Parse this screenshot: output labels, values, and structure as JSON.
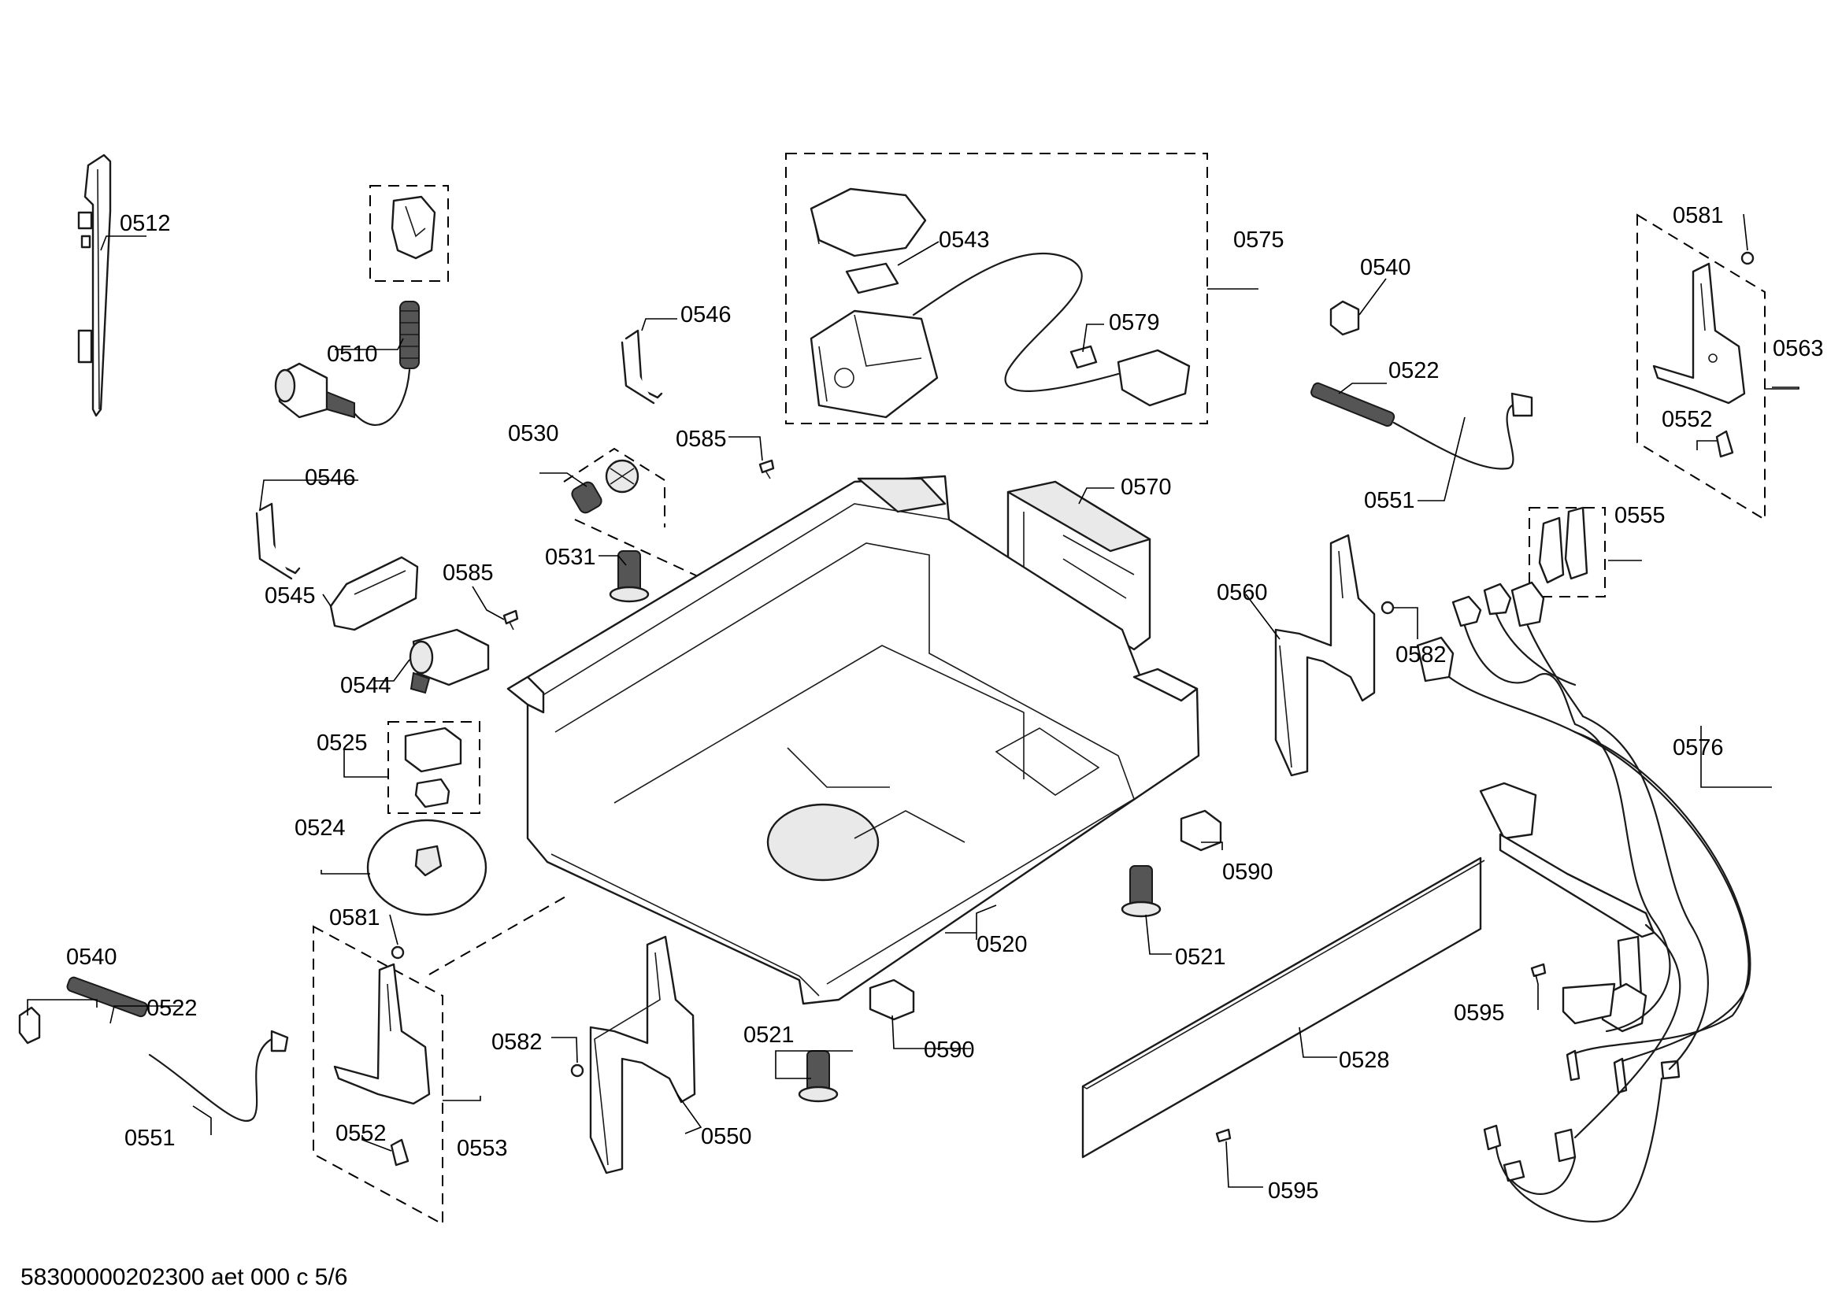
{
  "diagram": {
    "labels": {
      "p0512": "0512",
      "p0510": "0510",
      "p0546a": "0546",
      "p0546b": "0546",
      "p0543": "0543",
      "p0575": "0575",
      "p0579": "0579",
      "p0540a": "0540",
      "p0540b": "0540",
      "p0522a": "0522",
      "p0522b": "0522",
      "p0551a": "0551",
      "p0551b": "0551",
      "p0581a": "0581",
      "p0581b": "0581",
      "p0563": "0563",
      "p0552a": "0552",
      "p0552b": "0552",
      "p0555": "0555",
      "p0530": "0530",
      "p0585a": "0585",
      "p0585b": "0585",
      "p0570": "0570",
      "p0531": "0531",
      "p0545": "0545",
      "p0544": "0544",
      "p0560": "0560",
      "p0582a": "0582",
      "p0582b": "0582",
      "p0525": "0525",
      "p0524": "0524",
      "p0576": "0576",
      "p0590a": "0590",
      "p0590b": "0590",
      "p0520": "0520",
      "p0521a": "0521",
      "p0521b": "0521",
      "p0553": "0553",
      "p0550": "0550",
      "p0528": "0528",
      "p0595a": "0595",
      "p0595b": "0595"
    },
    "footer": "58300000202300 aet 000 c 5/6"
  }
}
